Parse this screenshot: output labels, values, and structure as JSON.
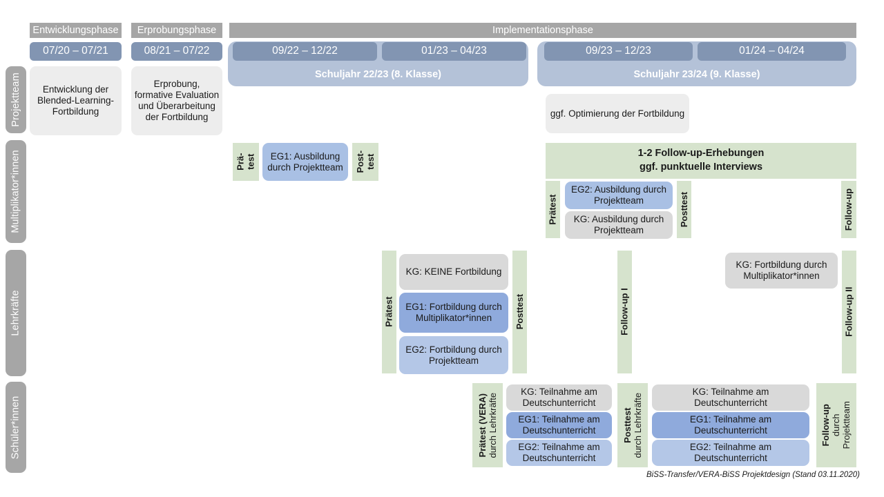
{
  "document": {
    "footer_note": "BiSS-Transfer/VERA-BiSS Projektdesign (Stand 03.11.2020)"
  },
  "colors": {
    "rail_grey": "#a6a6a6",
    "phase_grey": "#a6a6a6",
    "period_blue": "#8295b2",
    "schoolyear_blue": "#b4c2d8",
    "green": "#d6e3cd",
    "grey_box": "#d9d9d9",
    "grey_box_light": "#ededed",
    "blue_dark": "#8faadc",
    "blue_mid": "#a9c0e4",
    "blue_light": "#b4c7e7"
  },
  "rails": [
    {
      "label": "Projektteam"
    },
    {
      "label": "Multiplikator*innen"
    },
    {
      "label": "Lehrkräfte"
    },
    {
      "label": "Schüler*innen"
    }
  ],
  "phases": [
    {
      "label": "Entwicklungsphase"
    },
    {
      "label": "Erprobungsphase"
    },
    {
      "label": "Implementationsphase"
    }
  ],
  "periods": [
    {
      "label": "07/20 – 07/21"
    },
    {
      "label": "08/21 – 07/22"
    },
    {
      "label": "09/22 – 12/22"
    },
    {
      "label": "01/23 – 04/23"
    },
    {
      "label": "09/23 – 12/23"
    },
    {
      "label": "01/24 – 04/24"
    }
  ],
  "school_years": [
    {
      "label": "Schuljahr 22/23 (8. Klasse)"
    },
    {
      "label": "Schuljahr 23/24 (9. Klasse)"
    }
  ],
  "projektteam": {
    "entwicklung": "Entwicklung der Blended-Learning-Fortbildung",
    "erprobung": "Erprobung, formative Evaluation und Überarbeitung der Fortbildung",
    "optimierung": "ggf. Optimierung der Fortbildung"
  },
  "multiplikatoren": {
    "praetest_1": "Prä-\ntest",
    "praetest_1_line1": "Prä-",
    "praetest_1_line2": "test",
    "eg1": "EG1: Ausbildung durch Projektteam",
    "posttest_1_line1": "Post-",
    "posttest_1_line2": "test",
    "followup_banner_line1": "1-2 Follow-up-Erhebungen",
    "followup_banner_line2": "ggf. punktuelle Interviews",
    "praetest_2": "Prätest",
    "eg2": "EG2: Ausbildung durch Projektteam",
    "kg": "KG: Ausbildung durch Projektteam",
    "posttest_2": "Posttest",
    "followup": "Follow-up"
  },
  "lehrkraefte": {
    "praetest": "Prätest",
    "kg_keine": "KG:  KEINE Fortbildung",
    "eg1": "EG1: Fortbildung durch Multiplikator*innen",
    "eg2": "EG2: Fortbildung durch Projektteam",
    "posttest": "Posttest",
    "followup_1": "Follow-up I",
    "kg_fortbildung": "KG: Fortbildung durch Multiplikator*innen",
    "followup_2": "Follow-up II"
  },
  "schueler": {
    "praetest_head": "Prätest (VERA)",
    "praetest_sub": "durch Lehrkräfte",
    "block_a": {
      "kg": "KG: Teilnahme am Deutschunterricht",
      "eg1": "EG1: Teilnahme am Deutschunterricht",
      "eg2": "EG2: Teilnahme am Deutschunterricht"
    },
    "posttest_head": "Posttest",
    "posttest_sub": "durch Lehrkräfte",
    "block_b": {
      "kg": "KG: Teilnahme am Deutschunterricht",
      "eg1": "EG1: Teilnahme am Deutschunterricht",
      "eg2": "EG2: Teilnahme am Deutschunterricht"
    },
    "followup_head": "Follow-up",
    "followup_sub1": "durch",
    "followup_sub2": "Projektteam"
  }
}
